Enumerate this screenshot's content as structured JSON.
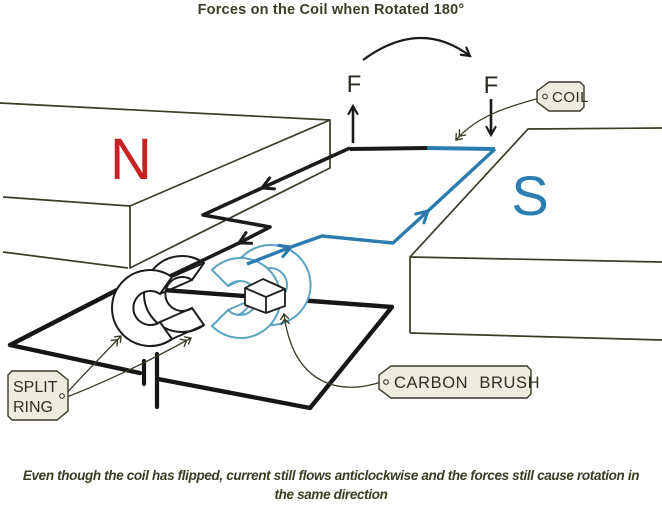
{
  "title": "Forces on the Coil when Rotated 180°",
  "caption": {
    "line1": "Even though the coil has flipped, current still flows anticlockwise and the forces still cause rotation in",
    "line2": "the same direction"
  },
  "magnets": {
    "north_label": "N",
    "south_label": "S"
  },
  "forces": {
    "left_label": "F",
    "right_label": "F"
  },
  "tags": {
    "coil": "COIL",
    "split_ring_line1": "SPLIT",
    "split_ring_line2": "RING",
    "carbon_brush": "CARBON BRUSH"
  },
  "colors": {
    "background": "#ffffff",
    "north_red": "#c92121",
    "south_blue": "#2a7fb0",
    "wire_black": "#1b1b1b",
    "wire_blue": "#2b7cad",
    "ring_teal": "#5ba3c0",
    "thin_line_olive": "#3c3c28",
    "tag_fill": "#edecdf",
    "tag_text": "#2e3021"
  }
}
